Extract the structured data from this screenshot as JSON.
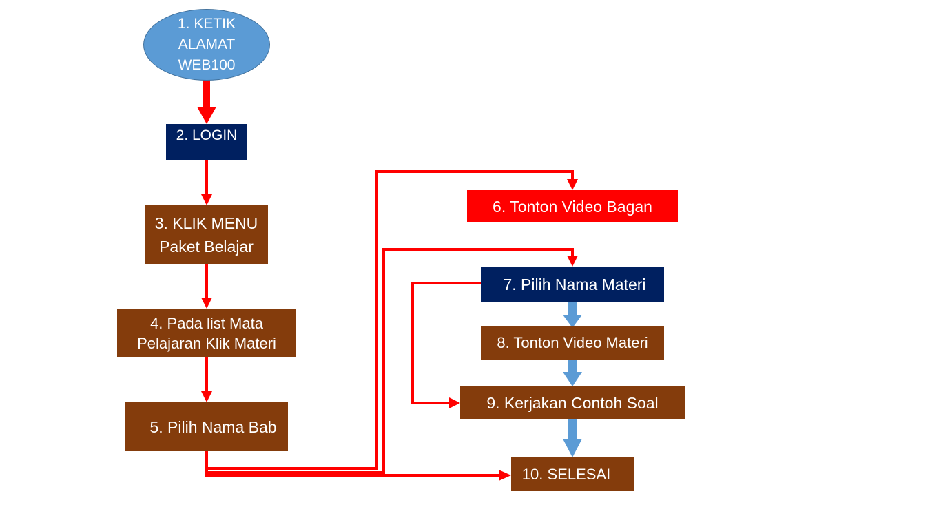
{
  "flowchart": {
    "steps": [
      {
        "id": "s1",
        "label": "1. KETIK\nALAMAT\nWEB100",
        "shape": "ellipse",
        "color": "#5b9bd5"
      },
      {
        "id": "s2",
        "label": "2. LOGIN",
        "shape": "rect",
        "color": "#002060"
      },
      {
        "id": "s3",
        "label": "3. KLIK MENU\nPaket Belajar",
        "shape": "rect",
        "color": "#843c0c"
      },
      {
        "id": "s4",
        "label": "4. Pada list Mata\nPelajaran Klik Materi",
        "shape": "rect",
        "color": "#843c0c"
      },
      {
        "id": "s5",
        "label": "5. Pilih Nama Bab",
        "shape": "rect",
        "color": "#843c0c"
      },
      {
        "id": "s6",
        "label": "6. Tonton Video Bagan",
        "shape": "rect",
        "color": "#ff0000"
      },
      {
        "id": "s7",
        "label": "7. Pilih Nama Materi",
        "shape": "rect",
        "color": "#002060"
      },
      {
        "id": "s8",
        "label": "8. Tonton Video Materi",
        "shape": "rect",
        "color": "#843c0c"
      },
      {
        "id": "s9",
        "label": "9. Kerjakan Contoh Soal",
        "shape": "rect",
        "color": "#843c0c"
      },
      {
        "id": "s10",
        "label": "10. SELESAI",
        "shape": "rect",
        "color": "#843c0c"
      }
    ],
    "arrow_colors": {
      "main": "#ff0000",
      "secondary": "#5b9bd5"
    }
  }
}
